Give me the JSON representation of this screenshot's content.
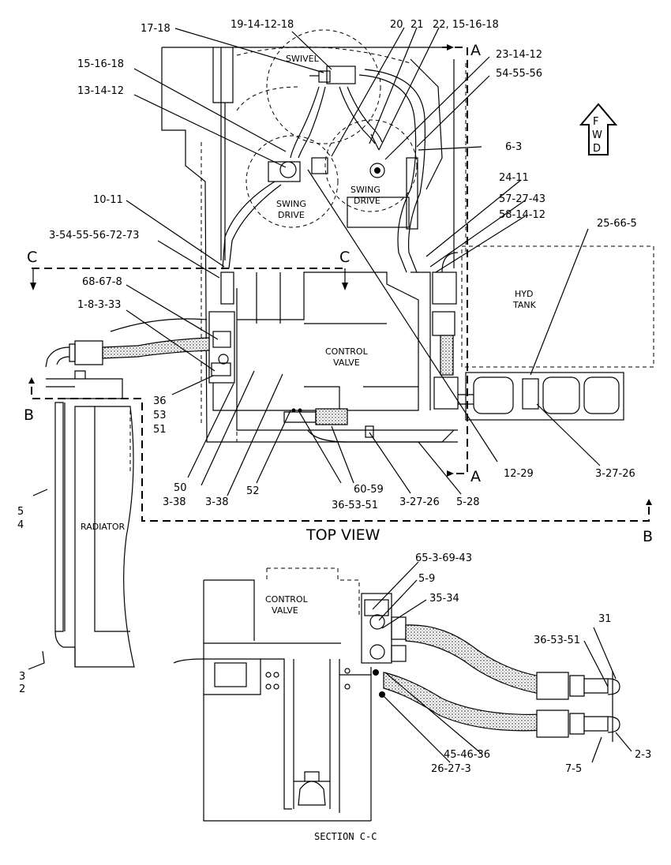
{
  "views": {
    "top": "TOP VIEW",
    "section": "SECTION C-C"
  },
  "components": {
    "swivel": "SWIVEL",
    "swing": "SWING",
    "drive": "DRIVE",
    "control": "CONTROL",
    "valve": "VALVE",
    "hyd": "HYD",
    "tank": "TANK",
    "radiator": "RADIATOR",
    "fwd": [
      "F",
      "W",
      "D"
    ]
  },
  "section_markers": {
    "a_top": "A",
    "a_bottom": "A",
    "b_left": "B",
    "b_right": "B",
    "c_left": "C",
    "c_right": "C"
  },
  "callouts": {
    "c01": "17-18",
    "c02": "19-14-12-18",
    "c03": "20",
    "c04": "21",
    "c05": "22, 15-16-18",
    "c06": "15-16-18",
    "c07": "13-14-12",
    "c08": "23-14-12",
    "c09": "54-55-56",
    "c10": "6-3",
    "c11": "10-11",
    "c12": "24-11",
    "c13": "57-27-43",
    "c14": "58-14-12",
    "c15": "25-66-5",
    "c16": "3-54-55-56-72-73",
    "c17": "68-67-8",
    "c18": "1-8-3-33",
    "c19": "36",
    "c20": "53",
    "c21": "51",
    "c22": "50",
    "c23": "3-38",
    "c24": "3-38",
    "c25": "52",
    "c26": "60-59",
    "c27": "36-53-51",
    "c28": "3-27-26",
    "c29": "5-28",
    "c30": "12-29",
    "c31": "3-27-26",
    "c32": "5",
    "c33": "4",
    "c34": "3",
    "c35": "2",
    "c36": "65-3-69-43",
    "c37": "5-9",
    "c38": "35-34",
    "c39": "31",
    "c40": "36-53-51",
    "c41": "45-46-36",
    "c42": "26-27-3",
    "c43": "2-3",
    "c44": "7-5"
  }
}
